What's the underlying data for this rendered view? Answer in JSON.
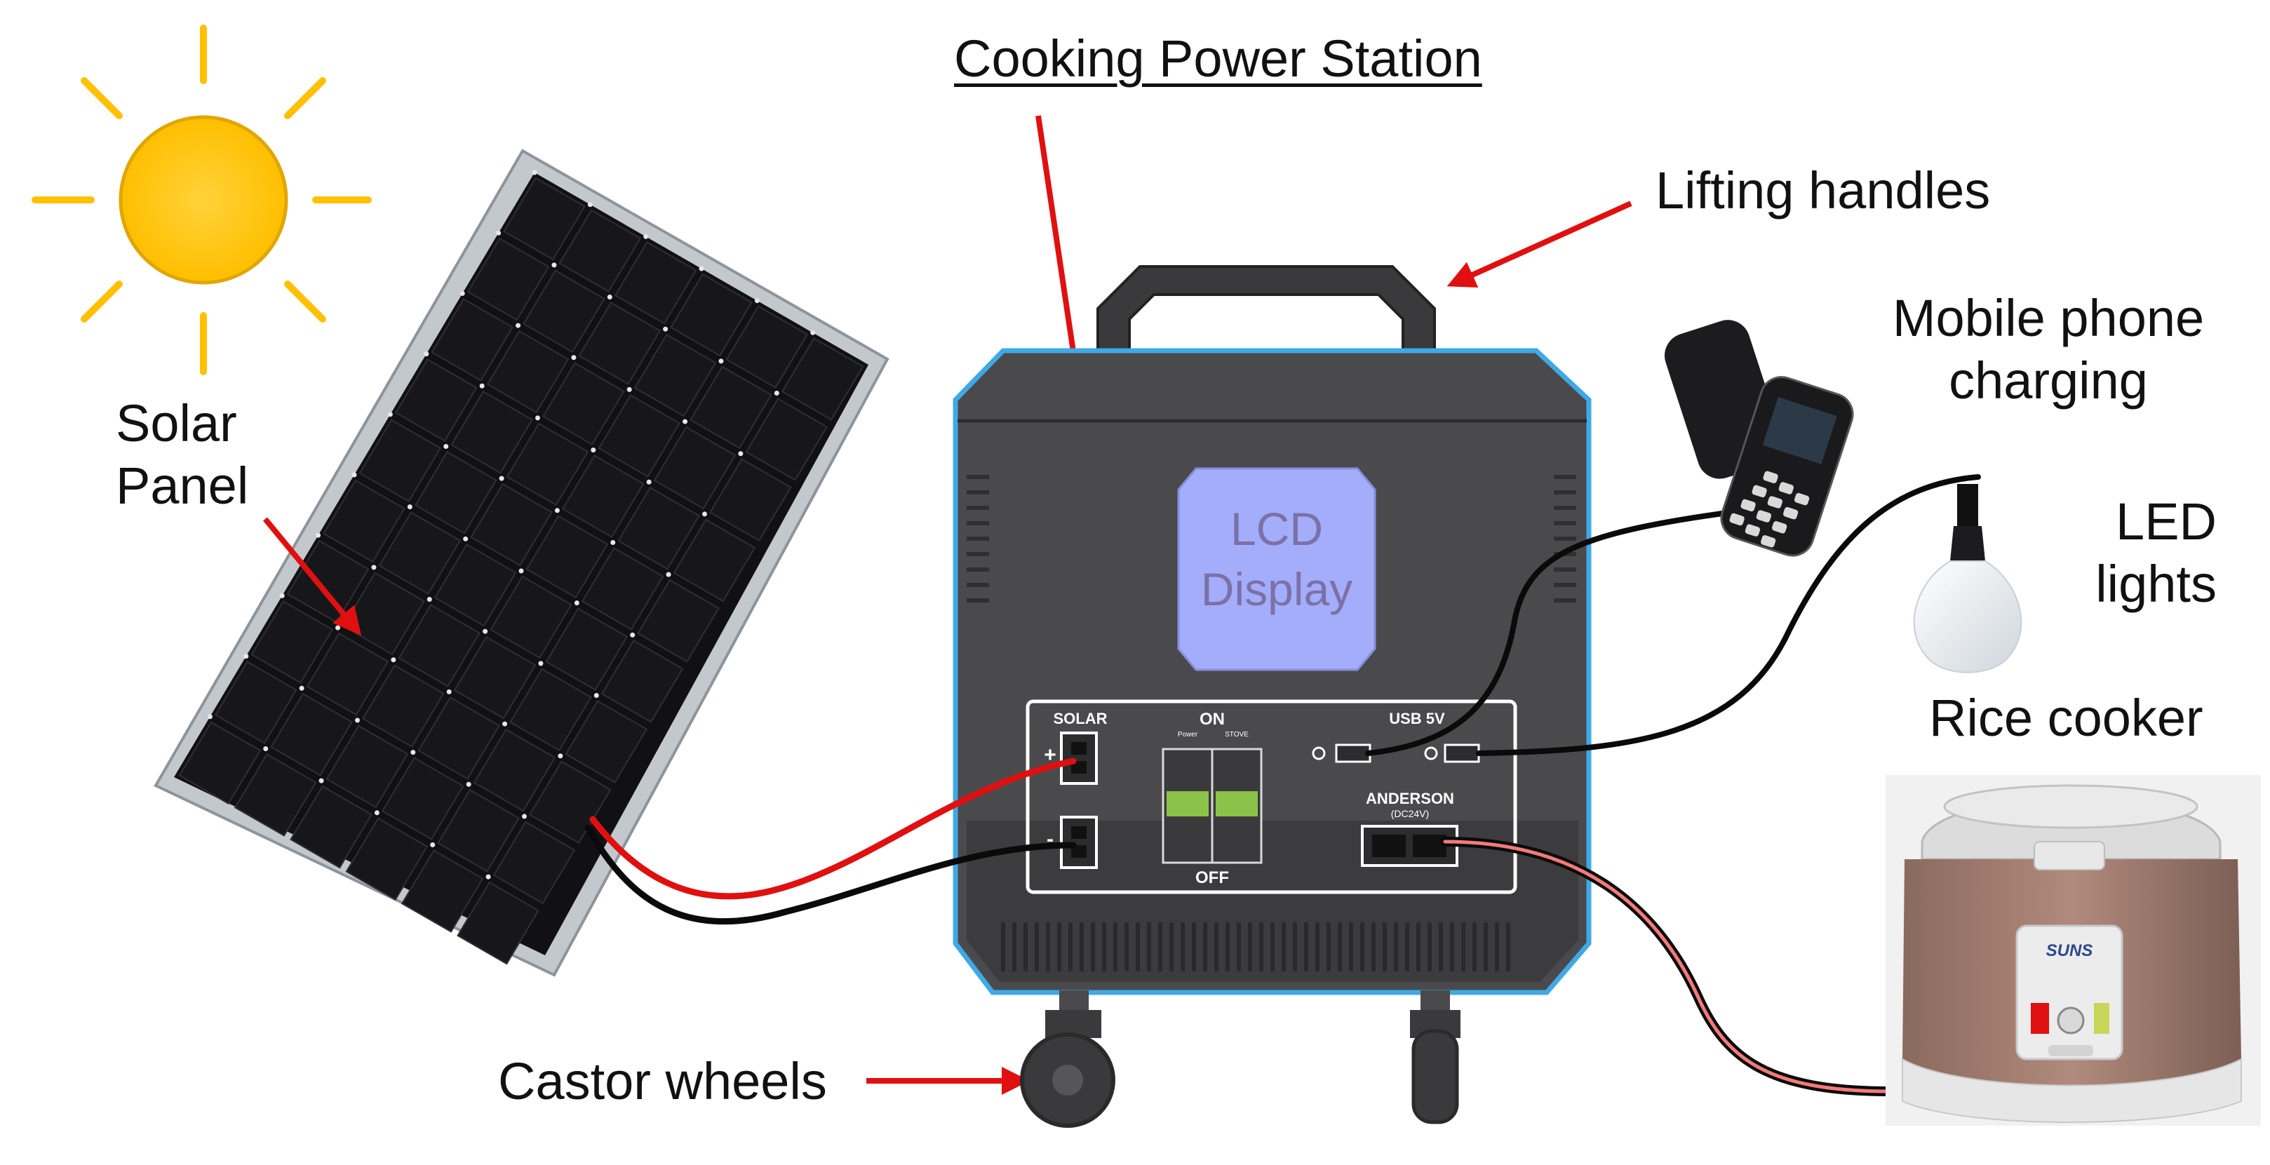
{
  "title": "Cooking Power Station",
  "labels": {
    "lifting_handles": "Lifting handles",
    "mobile_line1": "Mobile phone",
    "mobile_line2": "charging",
    "led_line1": "LED",
    "led_line2": "lights",
    "rice_cooker": "Rice cooker",
    "solar_line1": "Solar",
    "solar_line2": "Panel",
    "castor_wheels": "Castor wheels"
  },
  "device": {
    "lcd_line1": "LCD",
    "lcd_line2": "Display",
    "solar_port": "SOLAR",
    "switch_on": "ON",
    "switch_off": "OFF",
    "switch_sub1": "Power",
    "switch_sub2": "STOVE",
    "usb": "USB 5V",
    "anderson": "ANDERSON",
    "anderson_sub": "(DC24V)",
    "plus": "+",
    "minus": "-"
  },
  "cooker_brand": "SUNS",
  "colors": {
    "arrow": "#e01010",
    "sun": "#ffc000",
    "sun_ray": "#ffc000",
    "panel_cell": "#0b0b0d",
    "panel_frame": "#b9bec4",
    "case": "#4a4a4c",
    "case_edge": "#3fa9e6",
    "lcd": "#a3adfa",
    "cable_red": "#e01010",
    "cable_black": "#0a0a0a",
    "switch_green": "#8bc34a"
  }
}
